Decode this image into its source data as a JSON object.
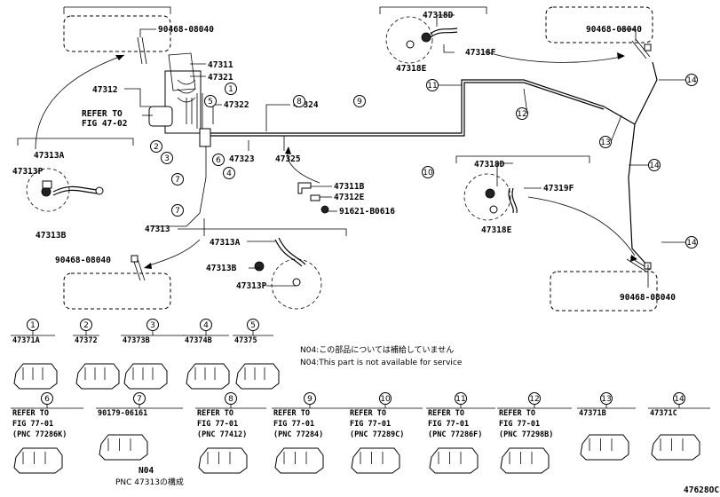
{
  "diagram_id": "47628OC",
  "note": {
    "line1": "N04:この部品については補給していません",
    "line2": "N04:This part is not available for service"
  },
  "callouts": {
    "p90468_tl": "90468-08040",
    "p47311": "47311",
    "p47321": "47321",
    "p47312": "47312",
    "refer_to": "REFER TO",
    "fig_47_02": "FIG 47-02",
    "p47322": "47322",
    "p47324": "47324",
    "p47323": "47323",
    "p47325": "47325",
    "p47313A_l": "47313A",
    "p47313P_l": "47313P",
    "p47313B_l": "47313B",
    "p47313": "47313",
    "p90468_bl": "90468-08040",
    "p47313A_c": "47313A",
    "p47313B_c": "47313B",
    "p47313P_c": "47313P",
    "p47311B": "47311B",
    "p47312E": "47312E",
    "p91621": "91621-B0616",
    "p47318D_t": "47318D",
    "p47318E_t": "47318E",
    "p47318F": "47318F",
    "p90468_tr": "90468-08040",
    "p47318D_r": "47318D",
    "p47319F": "47319F",
    "p47318E_r": "47318E",
    "p90468_br": "90468-08040"
  },
  "pipe_markers": [
    "1",
    "2",
    "3",
    "4",
    "5",
    "6",
    "7",
    "7",
    "8",
    "9",
    "10",
    "11",
    "12",
    "13",
    "14",
    "14",
    "14"
  ],
  "clamp_table": [
    {
      "num": "1",
      "lines": [
        "47371A"
      ]
    },
    {
      "num": "2",
      "lines": [
        "47372"
      ]
    },
    {
      "num": "3",
      "lines": [
        "47373B"
      ]
    },
    {
      "num": "4",
      "lines": [
        "47374B"
      ]
    },
    {
      "num": "5",
      "lines": [
        "47375"
      ]
    },
    {
      "num": "6",
      "lines": [
        "REFER TO",
        "FIG 77-01",
        "(PNC 77286K)"
      ]
    },
    {
      "num": "7",
      "lines": [
        "90179-06161"
      ],
      "extra": [
        "N04",
        "PNC 47313の構成"
      ]
    },
    {
      "num": "8",
      "lines": [
        "REFER TO",
        "FIG 77-01",
        "(PNC 77412)"
      ]
    },
    {
      "num": "9",
      "lines": [
        "REFER TO",
        "FIG 77-01",
        "(PNC 77284)"
      ]
    },
    {
      "num": "10",
      "lines": [
        "REFER TO",
        "FIG 77-01",
        "(PNC 77289C)"
      ]
    },
    {
      "num": "11",
      "lines": [
        "REFER TO",
        "FIG 77-01",
        "(PNC 77286F)"
      ]
    },
    {
      "num": "12",
      "lines": [
        "REFER TO",
        "FIG 77-01",
        "(PNC 77298B)"
      ]
    },
    {
      "num": "13",
      "lines": [
        "47371B"
      ]
    },
    {
      "num": "14",
      "lines": [
        "47371C"
      ]
    }
  ]
}
